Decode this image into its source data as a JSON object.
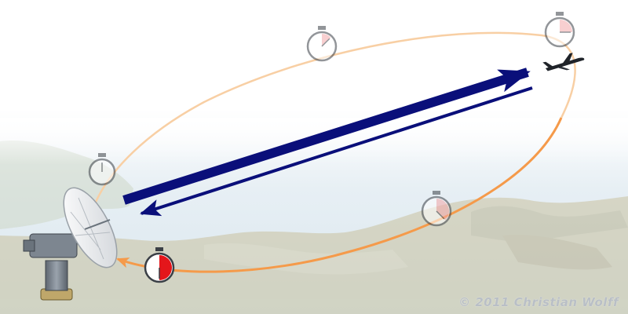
{
  "copyright": "© 2011 Christian Wolff",
  "icons": {
    "radar": "radar-dish-icon",
    "aircraft": "airplane-icon",
    "timer": "stopwatch-icon"
  },
  "colors": {
    "orbit_faded": "#f8cfa4",
    "orbit_strong": "#f59a4a",
    "pulse_out": "#0a0f7a",
    "pulse_return": "#0a0f7a",
    "timer_fill_faded": "#f4a8aa",
    "timer_fill_strong": "#e4161b",
    "land": "#c8c3a5",
    "water": "#dbe9f1"
  },
  "stopwatches": [
    {
      "name": "stopwatch-1",
      "elapsed_fraction": 0.0
    },
    {
      "name": "stopwatch-2",
      "elapsed_fraction": 0.125
    },
    {
      "name": "stopwatch-3",
      "elapsed_fraction": 0.25
    },
    {
      "name": "stopwatch-4",
      "elapsed_fraction": 0.375
    },
    {
      "name": "stopwatch-5",
      "elapsed_fraction": 0.5
    }
  ]
}
